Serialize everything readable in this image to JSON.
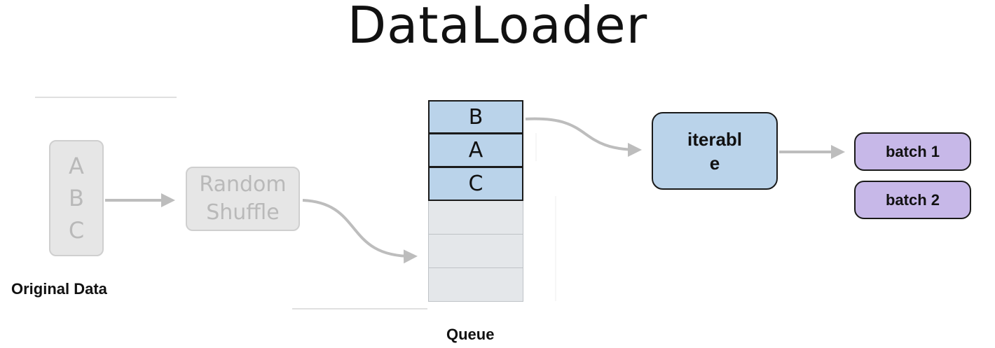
{
  "title": "DataLoader",
  "original_data": {
    "letters": [
      "A",
      "B",
      "C"
    ],
    "caption": "Original Data"
  },
  "shuffle": {
    "lines": [
      "Random",
      "Shuffle"
    ]
  },
  "queue": {
    "filled": [
      "B",
      "A",
      "C"
    ],
    "empty_slots": 3,
    "caption": "Queue"
  },
  "iterable": {
    "lines": [
      "iterabl",
      "e"
    ]
  },
  "batches": [
    "batch 1",
    "batch 2"
  ],
  "colors": {
    "faded_fill": "#e6e6e6",
    "faded_text": "#b9b9b9",
    "queue_fill": "#bad3ea",
    "batch_fill": "#c7b8e8",
    "arrow": "#bdbdbd"
  }
}
